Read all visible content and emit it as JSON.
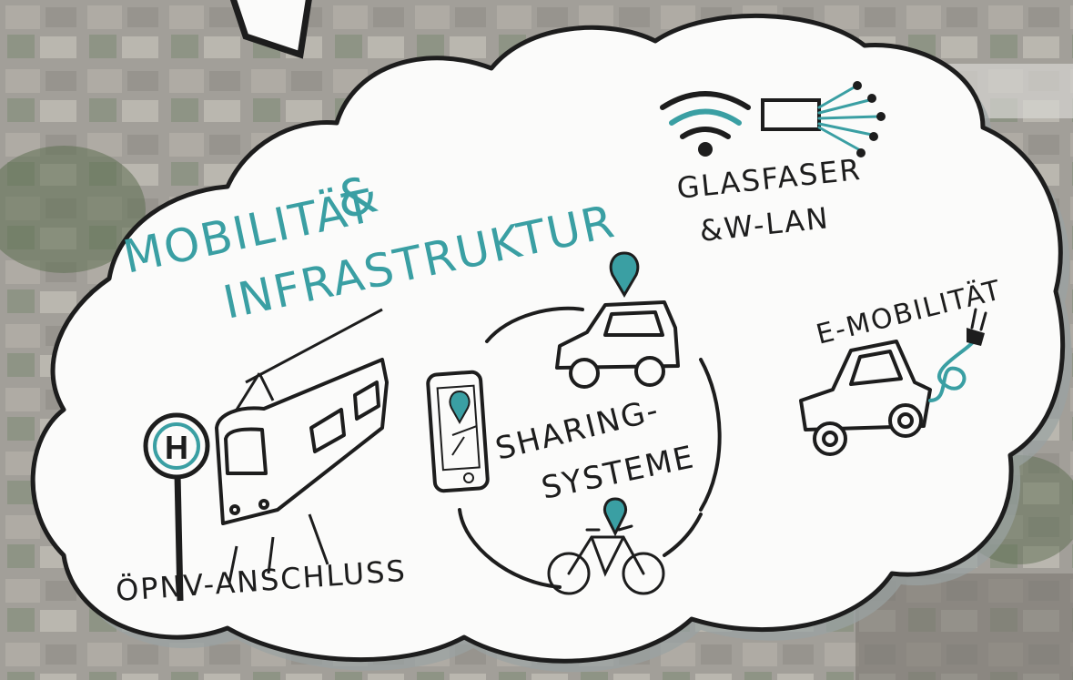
{
  "colors": {
    "accent_teal": "#3a9fa3",
    "ink": "#1d1d1d",
    "cloud_fill": "#fbfbfa",
    "shadow": "#9aa2a3"
  },
  "title": {
    "line1": "MOBILITÄT",
    "ampersand": "&",
    "line2": "INFRASTRUKTUR"
  },
  "labels": {
    "glasfaser_line1": "GLASFASER",
    "glasfaser_line2": "&W-LAN",
    "e_mobilitaet": "E-MOBILITÄT",
    "sharing_line1": "SHARING-",
    "sharing_line2": "SYSTEME",
    "oepnv": "ÖPNV-ANSCHLUSS",
    "bus_stop_letter": "H"
  },
  "icons": [
    "wifi-icon",
    "fiber-optic-icon",
    "location-pin-icon",
    "car-icon",
    "smartphone-icon",
    "bicycle-icon",
    "electric-car-icon",
    "plug-icon",
    "bus-stop-sign-icon",
    "tram-icon"
  ]
}
